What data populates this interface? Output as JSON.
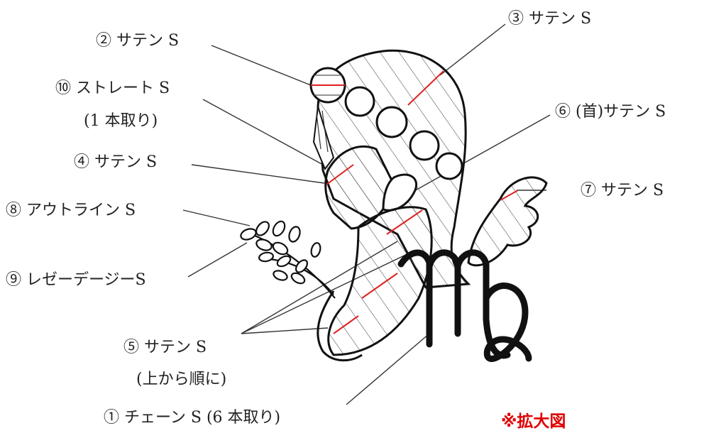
{
  "labels": {
    "l2": "② サテン S",
    "l3": "③ サテン S",
    "l10": "⑩ ストレート S",
    "l10_sub": "(1 本取り)",
    "l6": "⑥ (首)サテン S",
    "l4": "④ サテン S",
    "l7": "⑦ サテン S",
    "l8": "⑧ アウトライン S",
    "l9": "⑨ レゼーデージーS",
    "l5": "⑤ サテン S",
    "l5_sub": "(上から順に)",
    "l1": "① チェーン S (6 本取り)"
  },
  "note": "※拡大図",
  "colors": {
    "line": "#222222",
    "guide": "#e02020",
    "note": "#e00000"
  }
}
